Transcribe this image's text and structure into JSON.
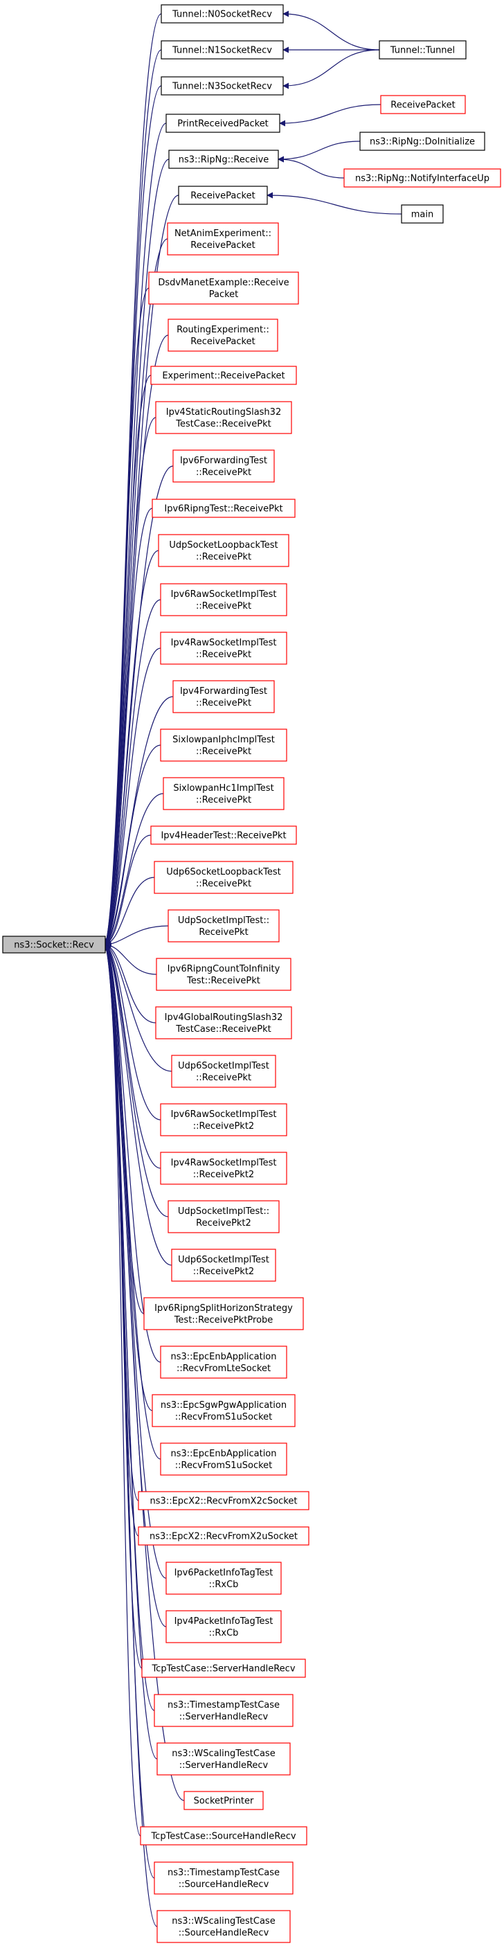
{
  "colors": {
    "edge": "#191970",
    "linked_border": "#000000",
    "unlinked_border": "#ff0000",
    "focus_fill": "#bfbfbf",
    "node_fill": "#ffffff",
    "text": "#000000"
  },
  "focus": {
    "id": "recv",
    "label": "ns3::Socket::Recv"
  },
  "nodes": [
    {
      "id": "n0sock",
      "lines": [
        "Tunnel::N0SocketRecv"
      ],
      "linked": true
    },
    {
      "id": "n1sock",
      "lines": [
        "Tunnel::N1SocketRecv"
      ],
      "linked": true
    },
    {
      "id": "n3sock",
      "lines": [
        "Tunnel::N3SocketRecv"
      ],
      "linked": true
    },
    {
      "id": "tunnel",
      "lines": [
        "Tunnel::Tunnel"
      ],
      "linked": true
    },
    {
      "id": "printrp",
      "lines": [
        "PrintReceivedPacket"
      ],
      "linked": true
    },
    {
      "id": "rp_top",
      "lines": [
        "ReceivePacket"
      ],
      "linked": false
    },
    {
      "id": "ripngrecv",
      "lines": [
        "ns3::RipNg::Receive"
      ],
      "linked": true
    },
    {
      "id": "ripngdoinit",
      "lines": [
        "ns3::RipNg::DoInitialize"
      ],
      "linked": true
    },
    {
      "id": "ripngnotify",
      "lines": [
        "ns3::RipNg::NotifyInterfaceUp"
      ],
      "linked": false
    },
    {
      "id": "rp_main",
      "lines": [
        "ReceivePacket"
      ],
      "linked": true
    },
    {
      "id": "main",
      "lines": [
        "main"
      ],
      "linked": true
    },
    {
      "id": "netanim",
      "lines": [
        "NetAnimExperiment::",
        "ReceivePacket"
      ],
      "linked": false
    },
    {
      "id": "dsdv",
      "lines": [
        "DsdvManetExample::Receive",
        "Packet"
      ],
      "linked": false
    },
    {
      "id": "routingexp",
      "lines": [
        "RoutingExperiment::",
        "ReceivePacket"
      ],
      "linked": false
    },
    {
      "id": "experiment",
      "lines": [
        "Experiment::ReceivePacket"
      ],
      "linked": false
    },
    {
      "id": "ipv4static",
      "lines": [
        "Ipv4StaticRoutingSlash32",
        "TestCase::ReceivePkt"
      ],
      "linked": false
    },
    {
      "id": "ipv6fwd",
      "lines": [
        "Ipv6ForwardingTest",
        "::ReceivePkt"
      ],
      "linked": false
    },
    {
      "id": "ipv6ripng",
      "lines": [
        "Ipv6RipngTest::ReceivePkt"
      ],
      "linked": false
    },
    {
      "id": "udploop",
      "lines": [
        "UdpSocketLoopbackTest",
        "::ReceivePkt"
      ],
      "linked": false
    },
    {
      "id": "ipv6raw",
      "lines": [
        "Ipv6RawSocketImplTest",
        "::ReceivePkt"
      ],
      "linked": false
    },
    {
      "id": "ipv4raw",
      "lines": [
        "Ipv4RawSocketImplTest",
        "::ReceivePkt"
      ],
      "linked": false
    },
    {
      "id": "ipv4fwd",
      "lines": [
        "Ipv4ForwardingTest",
        "::ReceivePkt"
      ],
      "linked": false
    },
    {
      "id": "sixiphc",
      "lines": [
        "SixlowpanIphcImplTest",
        "::ReceivePkt"
      ],
      "linked": false
    },
    {
      "id": "sixhc1",
      "lines": [
        "SixlowpanHc1ImplTest",
        "::ReceivePkt"
      ],
      "linked": false
    },
    {
      "id": "ipv4hdr",
      "lines": [
        "Ipv4HeaderTest::ReceivePkt"
      ],
      "linked": false
    },
    {
      "id": "udp6loop",
      "lines": [
        "Udp6SocketLoopbackTest",
        "::ReceivePkt"
      ],
      "linked": false
    },
    {
      "id": "udpimpl",
      "lines": [
        "UdpSocketImplTest::",
        "ReceivePkt"
      ],
      "linked": false
    },
    {
      "id": "ipv6count",
      "lines": [
        "Ipv6RipngCountToInfinity",
        "Test::ReceivePkt"
      ],
      "linked": false
    },
    {
      "id": "ipv4global",
      "lines": [
        "Ipv4GlobalRoutingSlash32",
        "TestCase::ReceivePkt"
      ],
      "linked": false
    },
    {
      "id": "udp6impl",
      "lines": [
        "Udp6SocketImplTest",
        "::ReceivePkt"
      ],
      "linked": false
    },
    {
      "id": "ipv6raw2",
      "lines": [
        "Ipv6RawSocketImplTest",
        "::ReceivePkt2"
      ],
      "linked": false
    },
    {
      "id": "ipv4raw2",
      "lines": [
        "Ipv4RawSocketImplTest",
        "::ReceivePkt2"
      ],
      "linked": false
    },
    {
      "id": "udpimpl2",
      "lines": [
        "UdpSocketImplTest::",
        "ReceivePkt2"
      ],
      "linked": false
    },
    {
      "id": "udp6impl2",
      "lines": [
        "Udp6SocketImplTest",
        "::ReceivePkt2"
      ],
      "linked": false
    },
    {
      "id": "ipv6split",
      "lines": [
        "Ipv6RipngSplitHorizonStrategy",
        "Test::ReceivePktProbe"
      ],
      "linked": false
    },
    {
      "id": "epclte",
      "lines": [
        "ns3::EpcEnbApplication",
        "::RecvFromLteSocket"
      ],
      "linked": false
    },
    {
      "id": "epcsgw",
      "lines": [
        "ns3::EpcSgwPgwApplication",
        "::RecvFromS1uSocket"
      ],
      "linked": false
    },
    {
      "id": "epcs1u",
      "lines": [
        "ns3::EpcEnbApplication",
        "::RecvFromS1uSocket"
      ],
      "linked": false
    },
    {
      "id": "epcx2c",
      "lines": [
        "ns3::EpcX2::RecvFromX2cSocket"
      ],
      "linked": false
    },
    {
      "id": "epcx2u",
      "lines": [
        "ns3::EpcX2::RecvFromX2uSocket"
      ],
      "linked": false
    },
    {
      "id": "ipv6pkt",
      "lines": [
        "Ipv6PacketInfoTagTest",
        "::RxCb"
      ],
      "linked": false
    },
    {
      "id": "ipv4pkt",
      "lines": [
        "Ipv4PacketInfoTagTest",
        "::RxCb"
      ],
      "linked": false
    },
    {
      "id": "tcpserver",
      "lines": [
        "TcpTestCase::ServerHandleRecv"
      ],
      "linked": false
    },
    {
      "id": "tsserver",
      "lines": [
        "ns3::TimestampTestCase",
        "::ServerHandleRecv"
      ],
      "linked": false
    },
    {
      "id": "wsserver",
      "lines": [
        "ns3::WScalingTestCase",
        "::ServerHandleRecv"
      ],
      "linked": false
    },
    {
      "id": "sockprinter",
      "lines": [
        "SocketPrinter"
      ],
      "linked": false
    },
    {
      "id": "tcpsource",
      "lines": [
        "TcpTestCase::SourceHandleRecv"
      ],
      "linked": false
    },
    {
      "id": "tssource",
      "lines": [
        "ns3::TimestampTestCase",
        "::SourceHandleRecv"
      ],
      "linked": false
    },
    {
      "id": "wssource",
      "lines": [
        "ns3::WScalingTestCase",
        "::SourceHandleRecv"
      ],
      "linked": false
    }
  ],
  "edges": [
    {
      "from": "recv",
      "to": "n0sock"
    },
    {
      "from": "recv",
      "to": "n1sock"
    },
    {
      "from": "recv",
      "to": "n3sock"
    },
    {
      "from": "recv",
      "to": "printrp"
    },
    {
      "from": "recv",
      "to": "ripngrecv"
    },
    {
      "from": "recv",
      "to": "rp_main"
    },
    {
      "from": "recv",
      "to": "netanim"
    },
    {
      "from": "recv",
      "to": "dsdv"
    },
    {
      "from": "recv",
      "to": "routingexp"
    },
    {
      "from": "recv",
      "to": "experiment"
    },
    {
      "from": "recv",
      "to": "ipv4static"
    },
    {
      "from": "recv",
      "to": "ipv6fwd"
    },
    {
      "from": "recv",
      "to": "ipv6ripng"
    },
    {
      "from": "recv",
      "to": "udploop"
    },
    {
      "from": "recv",
      "to": "ipv6raw"
    },
    {
      "from": "recv",
      "to": "ipv4raw"
    },
    {
      "from": "recv",
      "to": "ipv4fwd"
    },
    {
      "from": "recv",
      "to": "sixiphc"
    },
    {
      "from": "recv",
      "to": "sixhc1"
    },
    {
      "from": "recv",
      "to": "ipv4hdr"
    },
    {
      "from": "recv",
      "to": "udp6loop"
    },
    {
      "from": "recv",
      "to": "udpimpl"
    },
    {
      "from": "recv",
      "to": "ipv6count"
    },
    {
      "from": "recv",
      "to": "ipv4global"
    },
    {
      "from": "recv",
      "to": "udp6impl"
    },
    {
      "from": "recv",
      "to": "ipv6raw2"
    },
    {
      "from": "recv",
      "to": "ipv4raw2"
    },
    {
      "from": "recv",
      "to": "udpimpl2"
    },
    {
      "from": "recv",
      "to": "udp6impl2"
    },
    {
      "from": "recv",
      "to": "ipv6split"
    },
    {
      "from": "recv",
      "to": "epclte"
    },
    {
      "from": "recv",
      "to": "epcsgw"
    },
    {
      "from": "recv",
      "to": "epcs1u"
    },
    {
      "from": "recv",
      "to": "epcx2c"
    },
    {
      "from": "recv",
      "to": "epcx2u"
    },
    {
      "from": "recv",
      "to": "ipv6pkt"
    },
    {
      "from": "recv",
      "to": "ipv4pkt"
    },
    {
      "from": "recv",
      "to": "tcpserver"
    },
    {
      "from": "recv",
      "to": "tsserver"
    },
    {
      "from": "recv",
      "to": "wsserver"
    },
    {
      "from": "recv",
      "to": "sockprinter"
    },
    {
      "from": "recv",
      "to": "tcpsource"
    },
    {
      "from": "recv",
      "to": "tssource"
    },
    {
      "from": "recv",
      "to": "wssource"
    },
    {
      "from": "n0sock",
      "to": "tunnel"
    },
    {
      "from": "n1sock",
      "to": "tunnel"
    },
    {
      "from": "n3sock",
      "to": "tunnel"
    },
    {
      "from": "printrp",
      "to": "rp_top"
    },
    {
      "from": "ripngrecv",
      "to": "ripngdoinit"
    },
    {
      "from": "ripngrecv",
      "to": "ripngnotify"
    },
    {
      "from": "rp_main",
      "to": "main"
    }
  ]
}
